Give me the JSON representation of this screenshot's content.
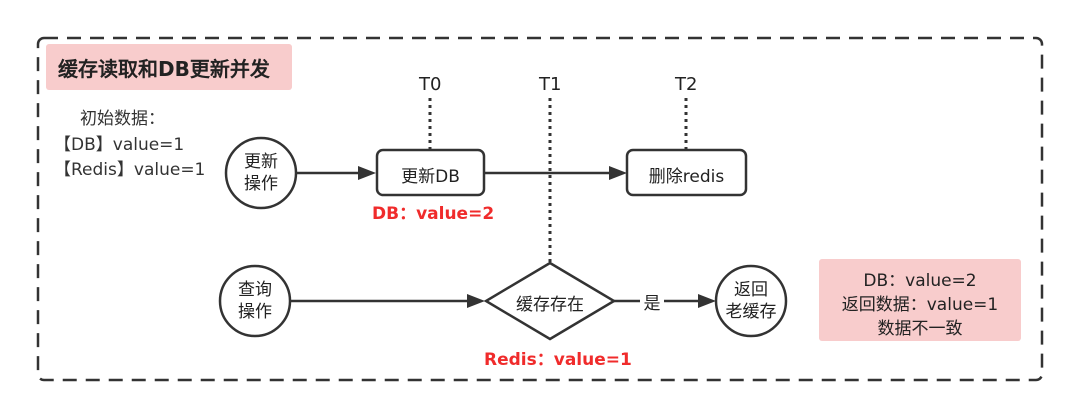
{
  "title": "缓存读取和DB更新并发",
  "initial": {
    "heading": "初始数据：",
    "db": "【DB】value=1",
    "redis": "【Redis】value=1"
  },
  "update_op": [
    "更新",
    "操作"
  ],
  "query_op": [
    "查询",
    "操作"
  ],
  "update_db": "更新DB",
  "delete_redis": "删除redis",
  "cache_exists": "缓存存在",
  "yes": "是",
  "return_old": [
    "返回",
    "老缓存"
  ],
  "time_labels": [
    "T0",
    "T1",
    "T2"
  ],
  "db_value_note": "DB：value=2",
  "redis_value_note": "Redis：value=1",
  "result": [
    "DB：value=2",
    "返回数据：value=1",
    "数据不一致"
  ],
  "colors": {
    "note_red": "#f02b2b",
    "highlight_bg": "#f8cccc"
  }
}
